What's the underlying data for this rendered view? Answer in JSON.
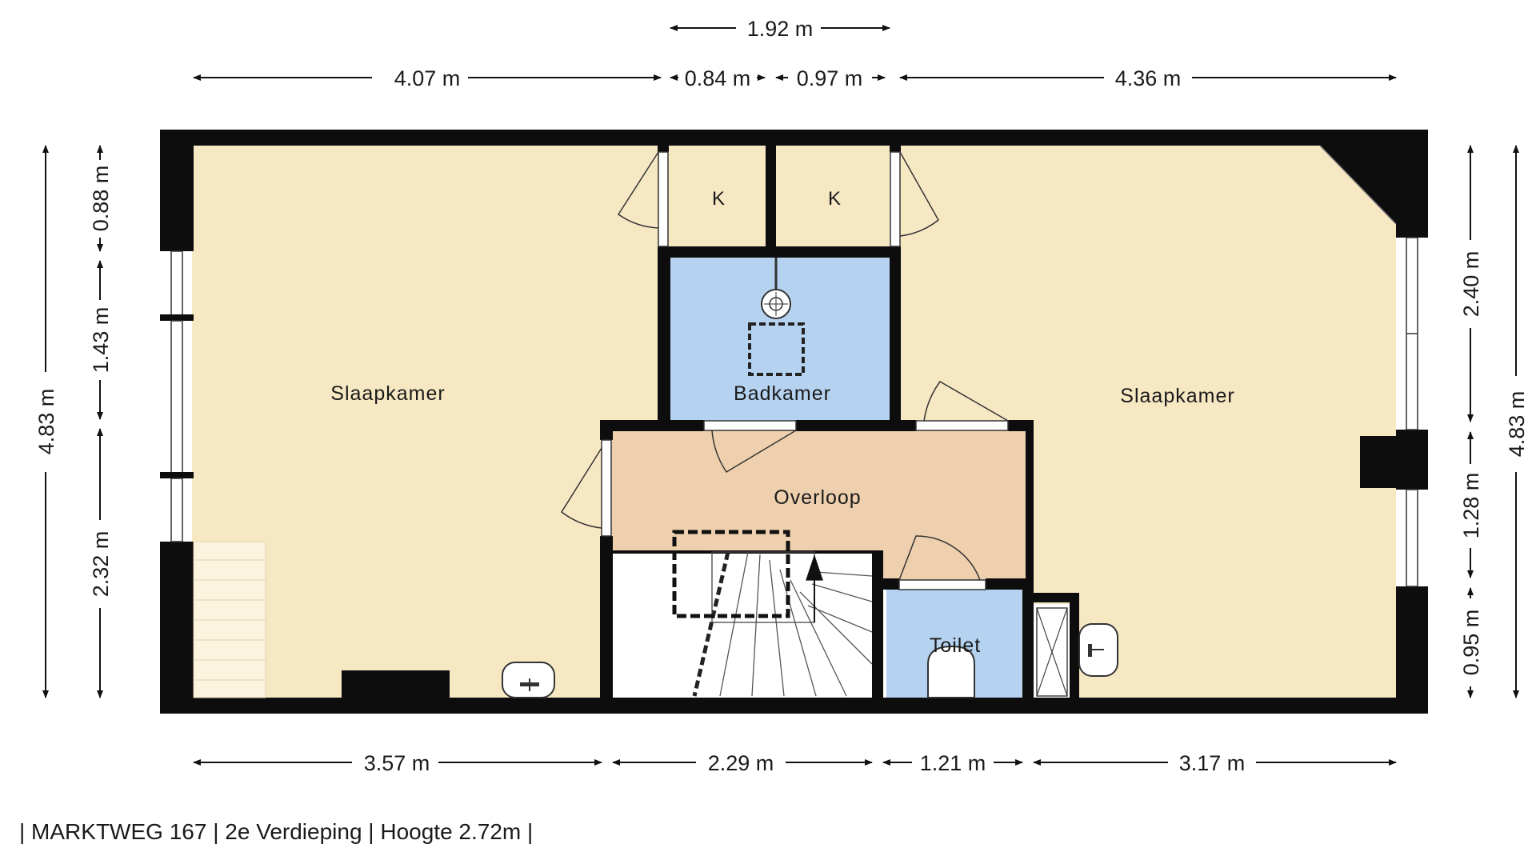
{
  "colors": {
    "bedroom": "#f7e8c4",
    "bathroom": "#b5d3f0",
    "landing": "#eed0ae",
    "wall": "#0d0d0d",
    "stairs": "#ffffff"
  },
  "rooms": {
    "bedroom_left": "Slaapkamer",
    "bedroom_right": "Slaapkamer",
    "bathroom": "Badkamer",
    "landing": "Overloop",
    "toilet": "Toilet",
    "closet_1": "K",
    "closet_2": "K"
  },
  "dimensions": {
    "top_overall": "1.92 m",
    "top_1": "4.07 m",
    "top_2": "0.84 m",
    "top_3": "0.97 m",
    "top_4": "4.36 m",
    "bottom_1": "3.57 m",
    "bottom_2": "2.29 m",
    "bottom_3": "1.21 m",
    "bottom_4": "3.17 m",
    "left_overall": "4.83 m",
    "left_1": "0.88 m",
    "left_2": "1.43 m",
    "left_3": "2.32 m",
    "right_overall": "4.83 m",
    "right_1": "2.40 m",
    "right_2": "1.28 m",
    "right_3": "0.95 m"
  },
  "footer": "| MARKTWEG 167 | 2e Verdieping | Hoogte 2.72m |"
}
